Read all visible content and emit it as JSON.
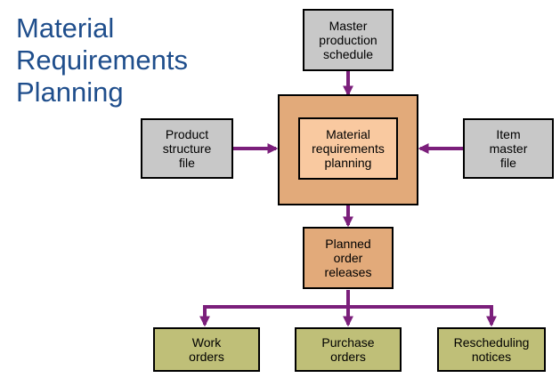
{
  "title": {
    "lines": [
      "Material",
      "Requirements",
      "Planning"
    ]
  },
  "boxes": {
    "master_schedule": {
      "lines": [
        "Master",
        "production",
        "schedule"
      ]
    },
    "product_structure": {
      "lines": [
        "Product",
        "structure",
        "file"
      ]
    },
    "mrp_core": {
      "lines": [
        "Material",
        "requirements",
        "planning"
      ]
    },
    "item_master": {
      "lines": [
        "Item",
        "master",
        "file"
      ]
    },
    "planned_orders": {
      "lines": [
        "Planned",
        "order",
        "releases"
      ]
    },
    "work_orders": {
      "lines": [
        "Work",
        "orders"
      ]
    },
    "purchase_orders": {
      "lines": [
        "Purchase",
        "orders"
      ]
    },
    "rescheduling": {
      "lines": [
        "Rescheduling",
        "notices"
      ]
    }
  },
  "colors": {
    "title": "#1f4e8c",
    "input_box": "#c8c8c8",
    "output_box": "#bfbf78",
    "mrp_outer": "#e2aa7a",
    "mrp_inner": "#f9c9a0",
    "planned_box": "#e2aa7a",
    "arrow": "#7b1f7b"
  }
}
